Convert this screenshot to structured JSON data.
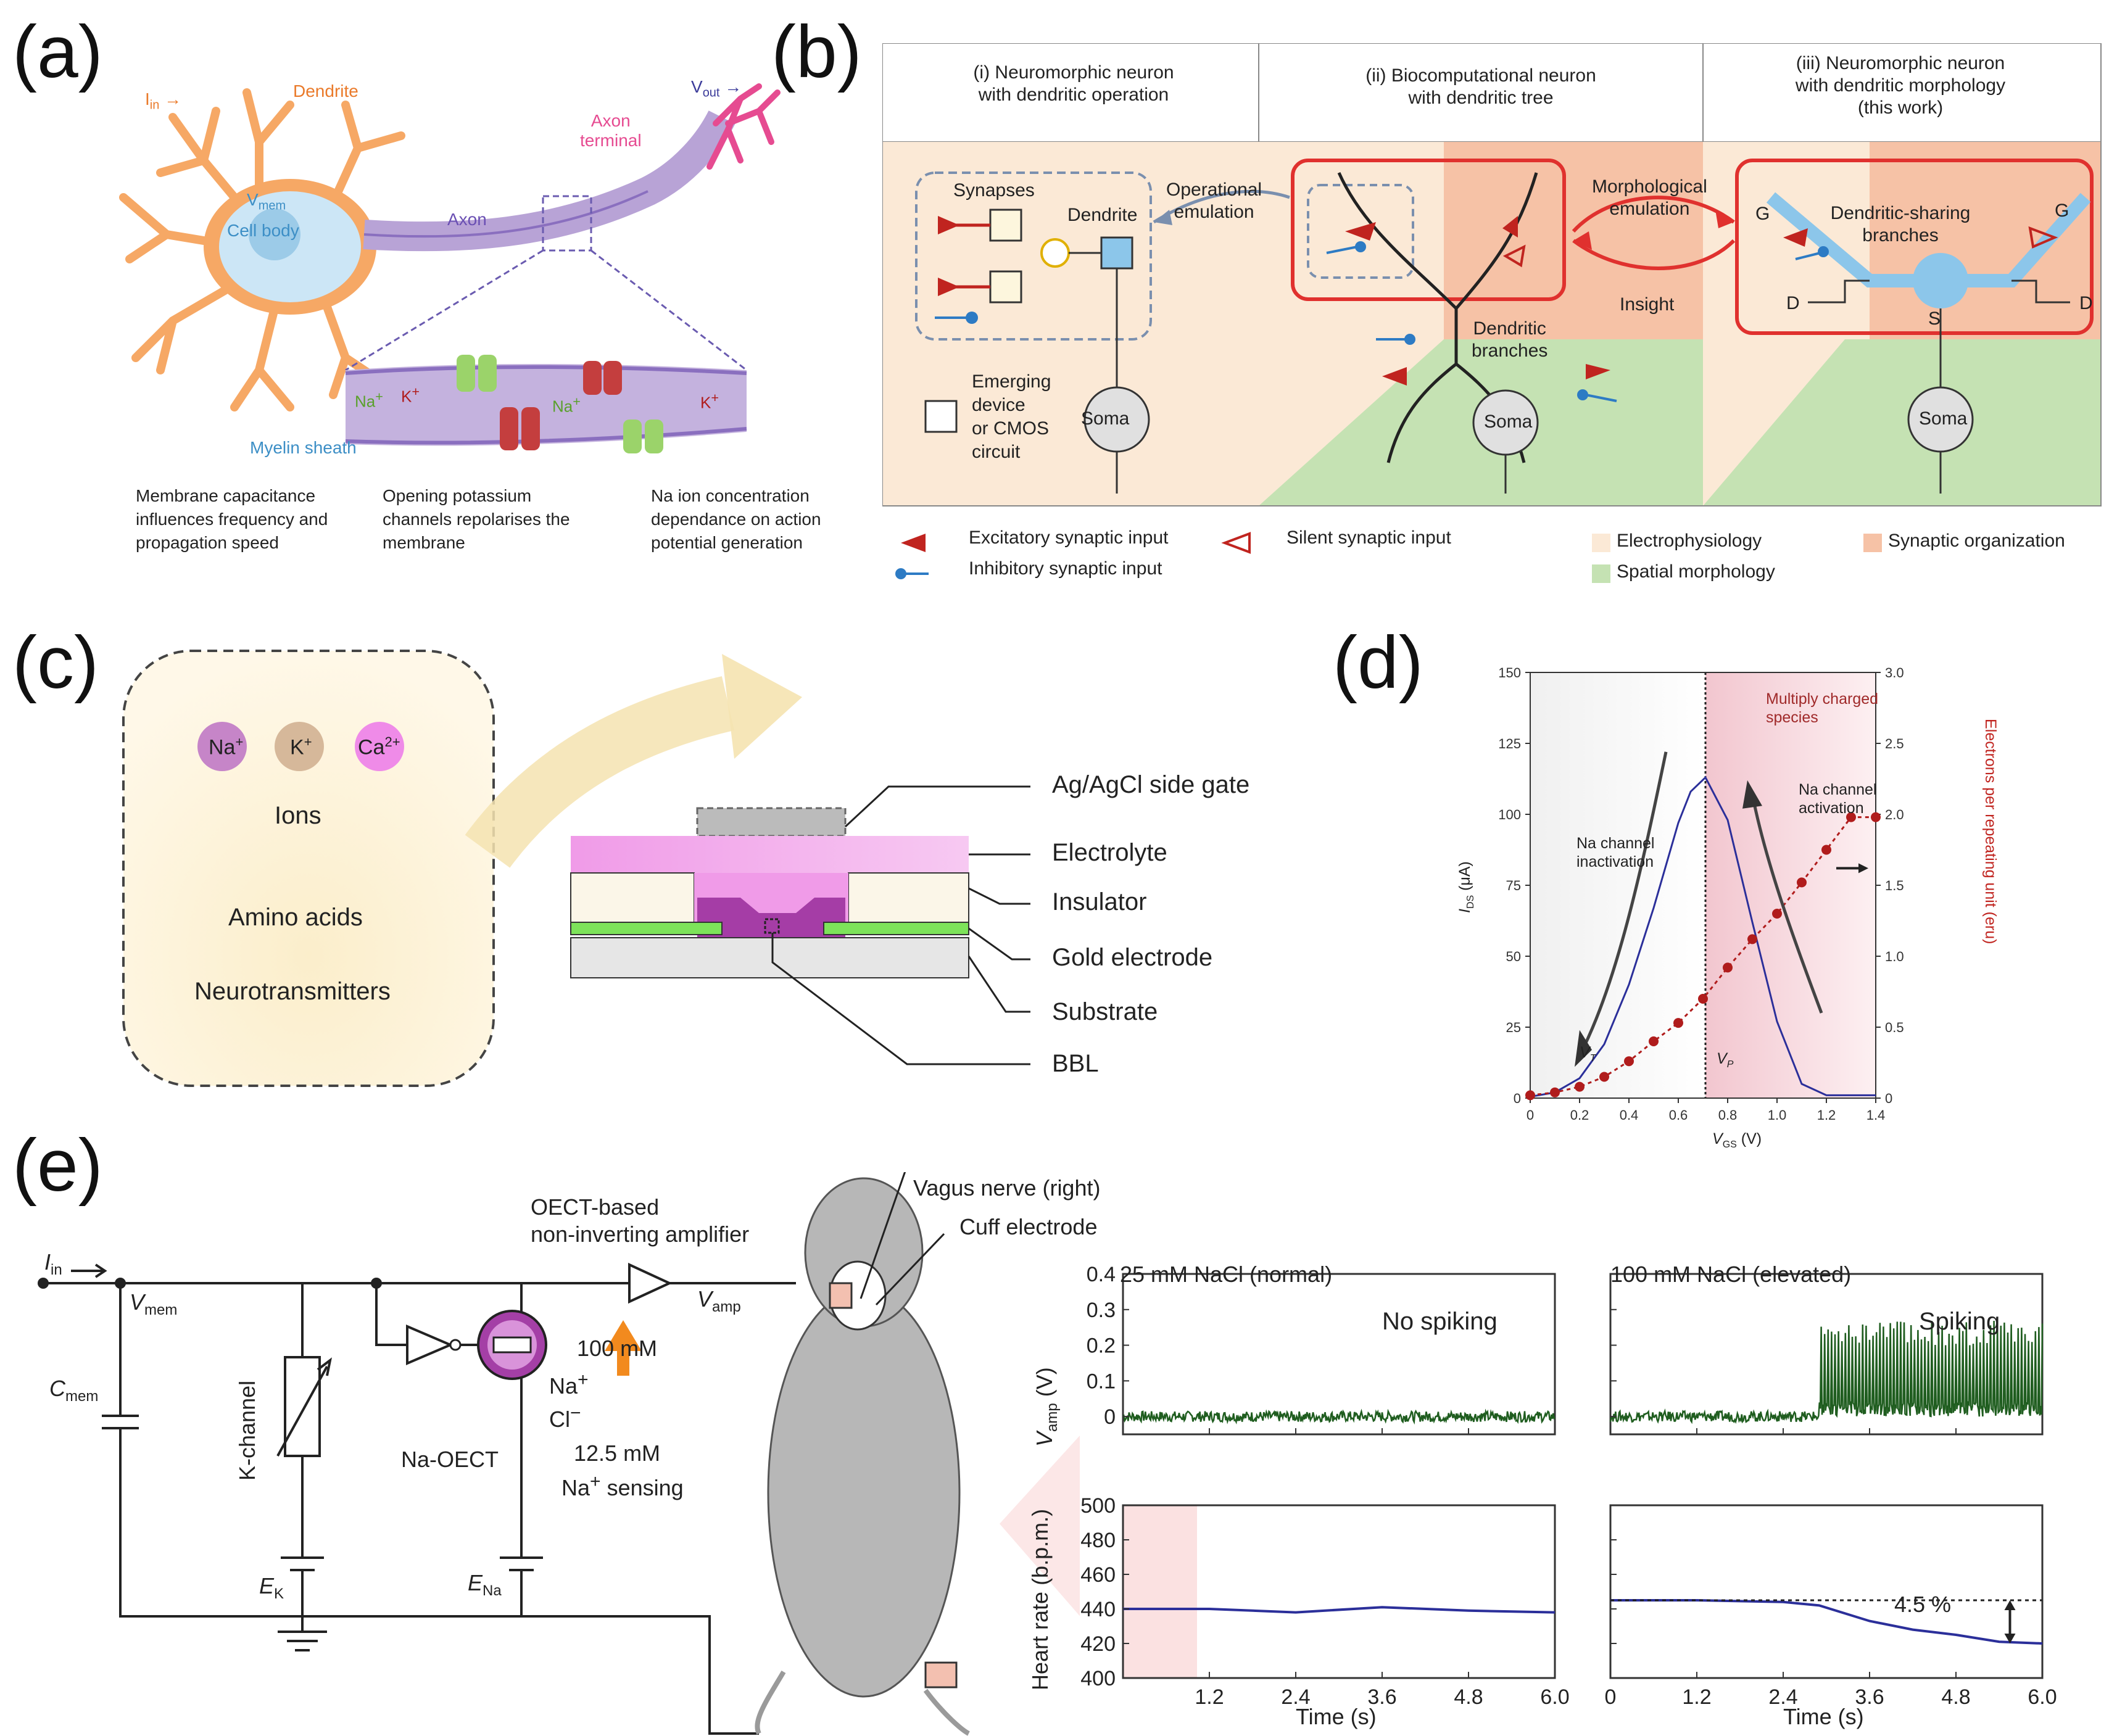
{
  "panels": {
    "a": {
      "label": "(a)",
      "iin": "I",
      "iin_sub": "in",
      "dendrite": "Dendrite",
      "vmem": "V",
      "vmem_sub": "mem",
      "cell_body": "Cell body",
      "axon": "Axon",
      "axon_terminal_1": "Axon",
      "axon_terminal_2": "terminal",
      "vout": "V",
      "vout_sub": "out",
      "myelin": "Myelin sheath",
      "ion_na": "Na",
      "ion_k": "K",
      "caption_1": [
        "Membrane capacitance",
        "influences frequency and",
        "propagation speed"
      ],
      "caption_2": [
        "Opening potassium",
        "channels repolarises the",
        "membrane"
      ],
      "caption_3": [
        "Na ion concentration",
        "dependance on action",
        "potential generation"
      ]
    },
    "b": {
      "label": "(b)",
      "col_i": [
        "(i) Neuromorphic neuron",
        "with dendritic operation"
      ],
      "col_ii": [
        "(ii) Biocomputational neuron",
        "with dendritic tree"
      ],
      "col_iii": [
        "(iii) Neuromorphic neuron",
        "with dendritic morphology",
        "(this work)"
      ],
      "synapses": "Synapses",
      "dendrite": "Dendrite",
      "operational": [
        "Operational",
        "emulation"
      ],
      "morphological": [
        "Morphological",
        "emulation"
      ],
      "insight": "Insight",
      "dendritic_branches": [
        "Dendritic",
        "branches"
      ],
      "dendritic_sharing": [
        "Dendritic-sharing",
        "branches"
      ],
      "soma": "Soma",
      "emerging": [
        "Emerging",
        "device",
        "or CMOS",
        "circuit"
      ],
      "g": "G",
      "d": "D",
      "s": "S",
      "legend": {
        "excitatory": "Excitatory synaptic input",
        "inhibitory": "Inhibitory synaptic input",
        "silent": "Silent synaptic input",
        "electrophysiology": "Electrophysiology",
        "spatial": "Spatial morphology",
        "synaptic_org": "Synaptic organization"
      },
      "colors": {
        "electro": "#fbe9d6",
        "spatial": "#c5e2b3",
        "synaptic": "#f6c2a6",
        "red": "#e0312e"
      }
    },
    "c": {
      "label": "(c)",
      "ions": [
        "Na",
        "K",
        "Ca"
      ],
      "ion_charges": [
        "+",
        "+",
        "2+"
      ],
      "ions_title": "Ions",
      "amino": "Amino acids",
      "neuro": "Neurotransmitters",
      "layers": [
        "Ag/AgCl side gate",
        "Electrolyte",
        "Insulator",
        "Gold electrode",
        "Substrate",
        "BBL"
      ]
    },
    "d": {
      "label": "(d)",
      "multiply": [
        "Multiply charged",
        "species"
      ],
      "na_inact": [
        "Na channel",
        "inactivation"
      ],
      "na_act": [
        "Na channel",
        "activation"
      ],
      "vt": "V",
      "vt_sub": "T",
      "vp": "V",
      "vp_sub": "P",
      "ylabel_left": "I",
      "ylabel_left_sub": "DS",
      "ylabel_left_unit": " (μA)",
      "ylabel_right": "Electrons per repeating unit (eru)",
      "xlabel": "V",
      "xlabel_sub": "GS",
      "xlabel_unit": " (V)"
    },
    "e": {
      "label": "(e)",
      "iin": "I",
      "iin_sub": "in",
      "vmem": "V",
      "vmem_sub": "mem",
      "cmem": "C",
      "cmem_sub": "mem",
      "kchannel": "K-channel",
      "ek": "E",
      "ek_sub": "K",
      "ena": "E",
      "ena_sub": "Na",
      "naoect": "Na-OECT",
      "na_ion": "Na",
      "cl_ion": "Cl",
      "conc_high": "100 mM",
      "conc_low": "12.5 mM",
      "sensing": "Na",
      "sensing_rest": " sensing",
      "amp_title": [
        "OECT-based",
        "non-inverting amplifier"
      ],
      "vamp": "V",
      "vamp_sub": "amp",
      "vagus": "Vagus nerve (right)",
      "cuff": "Cuff electrode",
      "normal_title": "25 mM NaCl (normal)",
      "elevated_title": "100 mM NaCl (elevated)",
      "no_spiking": "No spiking",
      "spiking": "Spiking",
      "drop_label": "4.5 %",
      "ylabel_top": "V",
      "ylabel_top_sub": "amp",
      "ylabel_top_unit": " (V)",
      "ylabel_bottom": "Heart rate (b.p.m.)",
      "xlabel": "Time (s)"
    }
  },
  "chart_data": [
    {
      "id": "d",
      "type": "line",
      "xlim": [
        0,
        1.4
      ],
      "ylim": [
        0,
        150
      ],
      "ylim_right": [
        0,
        3.0
      ],
      "x_ticks": [
        "0",
        "0.2",
        "0.4",
        "0.6",
        "0.8",
        "1.0",
        "1.2",
        "1.4"
      ],
      "y_ticks": [
        "0",
        "25",
        "50",
        "75",
        "100",
        "125",
        "150"
      ],
      "y_ticks_right": [
        "0",
        "0.5",
        "1.0",
        "1.5",
        "2.0",
        "2.5",
        "3.0"
      ],
      "vline_x": 0.71,
      "series": [
        {
          "axis": "left",
          "color": "#2b2f9a",
          "x": [
            0,
            0.1,
            0.2,
            0.3,
            0.4,
            0.5,
            0.6,
            0.65,
            0.71,
            0.8,
            0.9,
            1.0,
            1.1,
            1.2,
            1.4
          ],
          "y": [
            0.5,
            2,
            7,
            19,
            40,
            67,
            97,
            108,
            113,
            98,
            62,
            27,
            5,
            1,
            1
          ]
        },
        {
          "axis": "right",
          "color": "#b01c1c",
          "x": [
            0,
            0.1,
            0.2,
            0.3,
            0.4,
            0.5,
            0.6,
            0.7,
            0.8,
            0.9,
            1.0,
            1.1,
            1.2,
            1.3,
            1.4
          ],
          "y": [
            0.02,
            0.04,
            0.08,
            0.15,
            0.26,
            0.4,
            0.53,
            0.7,
            0.92,
            1.12,
            1.3,
            1.52,
            1.75,
            1.98,
            1.98
          ]
        }
      ]
    },
    {
      "id": "e-vamp",
      "type": "line",
      "ylim": [
        -0.05,
        0.4
      ],
      "xlim": [
        0,
        6.0
      ],
      "y_ticks": [
        "0",
        "0.1",
        "0.2",
        "0.3",
        "0.4"
      ],
      "color": "#1f5d1f"
    },
    {
      "id": "e-heart",
      "type": "line",
      "xlim": [
        0,
        6.0
      ],
      "ylim": [
        400,
        500
      ],
      "y_ticks": [
        "400",
        "420",
        "440",
        "460",
        "480",
        "500"
      ],
      "x_ticks_left": [
        "1.2",
        "2.4",
        "3.6",
        "4.8",
        "6.0"
      ],
      "x_ticks_right": [
        "0",
        "1.2",
        "2.4",
        "3.6",
        "4.8",
        "6.0"
      ],
      "series": [
        {
          "name": "",
          "x": [
            0,
            1.2,
            2.4,
            3.6,
            4.8,
            6.0
          ],
          "y": [
            440,
            440,
            438,
            441,
            439,
            438
          ]
        },
        {
          "name": "",
          "x": [
            0,
            1.2,
            2.4,
            2.9,
            3.6,
            4.2,
            4.8,
            5.4,
            6.0
          ],
          "y": [
            445,
            445,
            444,
            442,
            433,
            428,
            425,
            421,
            420
          ]
        }
      ],
      "baseline": 445,
      "color": "#2b2f9a"
    }
  ]
}
